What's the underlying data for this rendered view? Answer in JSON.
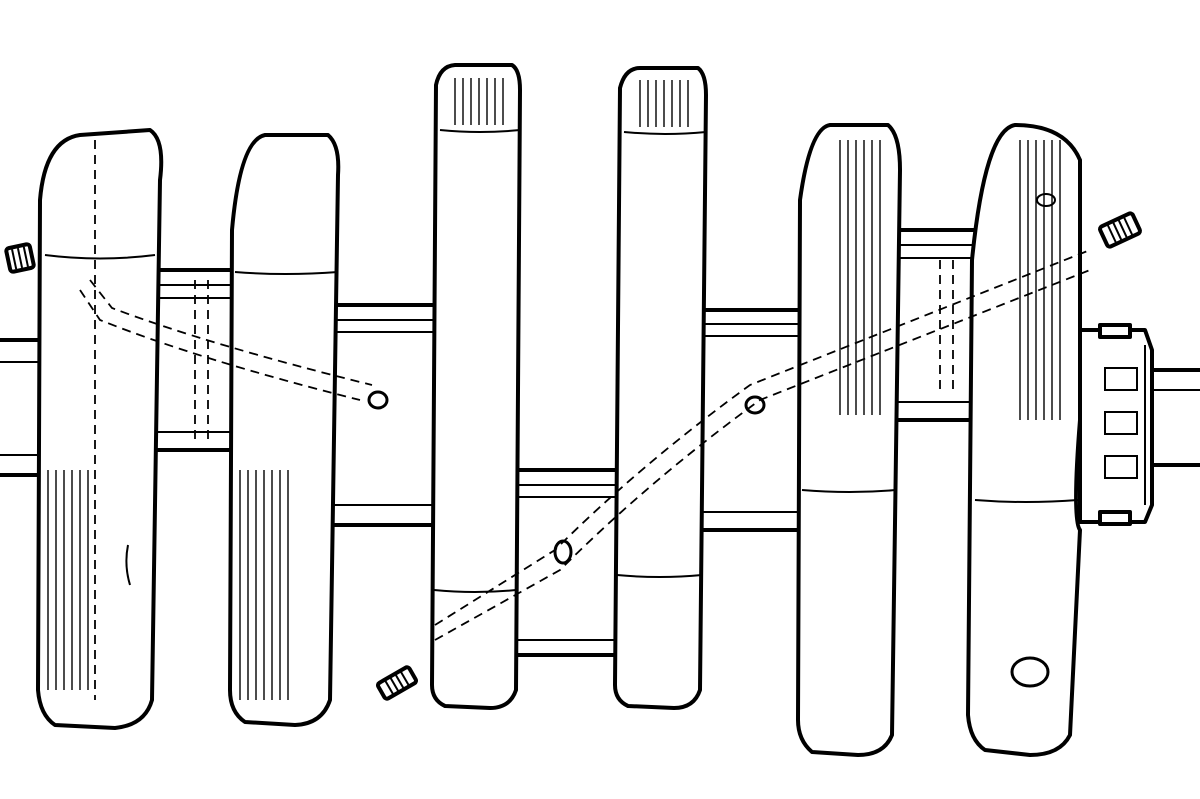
{
  "figure": {
    "subject": "crankshaft-assembly",
    "style": "line-drawing",
    "stroke_color": "#000000",
    "background_color": "#ffffff",
    "labels": []
  },
  "parts": {
    "crank_webs": 6,
    "main_journals": 4,
    "crankpins": 3,
    "oil_plugs": 3,
    "timing_gear": 1
  }
}
